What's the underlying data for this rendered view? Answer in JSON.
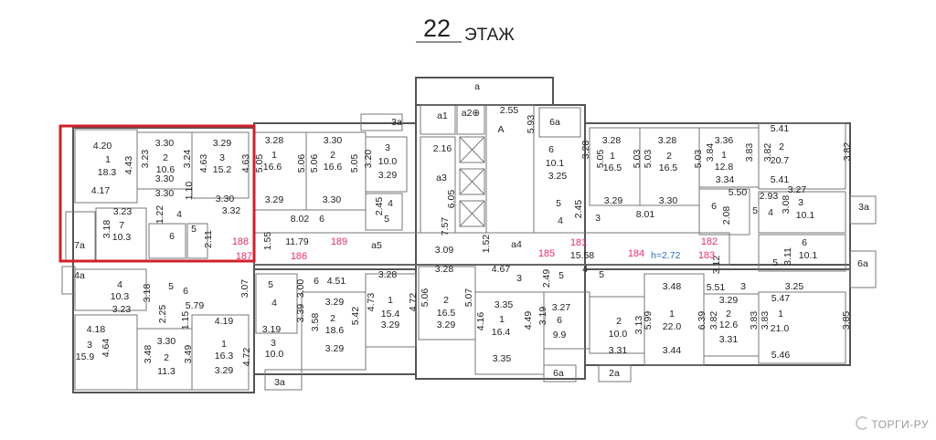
{
  "title": {
    "floor_number": "22",
    "floor_label": "ЭТАЖ"
  },
  "colors": {
    "highlight": "#d0202a",
    "apartment_numbers": "#e0306a",
    "height_note": "#2d6fb0",
    "walls": "#555555"
  },
  "labels": [
    "4.20",
    "1",
    "18.3",
    "4.43",
    "4.17",
    "3.30",
    "3.23",
    "2",
    "10.6",
    "3.24",
    "3.30",
    "3.30",
    "3.29",
    "4.63",
    "3",
    "15.2",
    "4.63",
    "1.10",
    "3.30",
    "4",
    "3.32",
    "3.23",
    "1.22",
    "7",
    "10.3",
    "3.18",
    "6",
    "2.11",
    "7а",
    "5",
    "3.28",
    "1",
    "16.6",
    "5.05",
    "5.06",
    "5.06",
    "3.30",
    "2",
    "16.6",
    "5.05",
    "3.29",
    "3.30",
    "3",
    "10.0",
    "3.20",
    "3.29",
    "4",
    "2.45",
    "5",
    "8.02",
    "6",
    "1.55",
    "11.79",
    "а5",
    "3а",
    "а",
    "а1",
    "а2⊕",
    "2.55",
    "А",
    "5.93",
    "2.16",
    "а3",
    "6.05",
    "7.57",
    "3.09",
    "1.52",
    "а4",
    "15.58",
    "6а",
    "6",
    "10.1",
    "3.25",
    "3.28",
    "5",
    "2.45",
    "4",
    "3",
    "8.01",
    "3.28",
    "1",
    "16.5",
    "5.05",
    "5.03",
    "5.03",
    "3.28",
    "2",
    "16.5",
    "5.03",
    "3.29",
    "3.30",
    "3.36",
    "1",
    "12.8",
    "3.84",
    "3.83",
    "3.82",
    "5.41",
    "2",
    "20.7",
    "3.82",
    "3.34",
    "5.41",
    "5.50",
    "6",
    "2.08",
    "2.93",
    "5",
    "4",
    "3.27",
    "3",
    "10.1",
    "3.08",
    "3а",
    "6",
    "10.1",
    "3.11",
    "5",
    "6а",
    "3.12",
    "5.51",
    "3",
    "3.25",
    "3.29",
    "5.47",
    "2",
    "12.6",
    "3.82",
    "3.83",
    "1",
    "21.0",
    "3.83",
    "3.85",
    "3.31",
    "5.46",
    "3.28",
    "4.51",
    "6",
    "3.00",
    "5",
    "4",
    "3.39",
    "3.19",
    "3",
    "10.0",
    "3.29",
    "2",
    "18.6",
    "3.58",
    "5.42",
    "3.29",
    "4.73",
    "1",
    "15.4",
    "4.72",
    "3.29",
    "3а",
    "3.28",
    "5.06",
    "2",
    "16.5",
    "5.07",
    "3.29",
    "4.67",
    "3",
    "2.49",
    "5",
    "4",
    "5",
    "3.35",
    "1",
    "16.4",
    "4.16",
    "4.49",
    "3.35",
    "3.19",
    "3.27",
    "6",
    "9.9",
    "3.31",
    "2",
    "10.0",
    "3.13",
    "3.48",
    "1",
    "22.0",
    "5.99",
    "6.39",
    "3.44",
    "6а",
    "2а",
    "4а",
    "4",
    "10.3",
    "3.18",
    "5",
    "5.79",
    "6",
    "3.07",
    "3.23",
    "2.25",
    "1.15",
    "4.19",
    "4.18",
    "3",
    "15.9",
    "4.64",
    "3.30",
    "2",
    "11.3",
    "3.48",
    "3.49",
    "1",
    "16.3",
    "4.72",
    "3.29"
  ],
  "apartment_numbers": [
    "188",
    "187",
    "186",
    "189",
    "185",
    "181",
    "184",
    "182",
    "183"
  ],
  "height_note": "h=2.72",
  "watermark": "ТОРГИ-РУ"
}
